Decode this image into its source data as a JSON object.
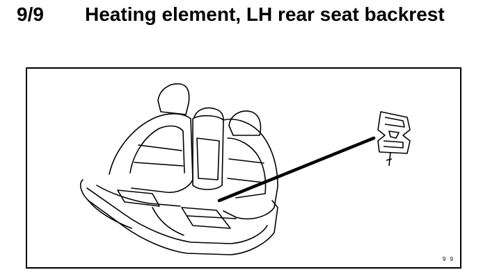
{
  "header": {
    "section_number": "9/9",
    "title": "Heating element, LH rear seat backrest"
  },
  "figure": {
    "reference_code": "9 9",
    "line_color": "#000000",
    "background_color": "#ffffff"
  }
}
